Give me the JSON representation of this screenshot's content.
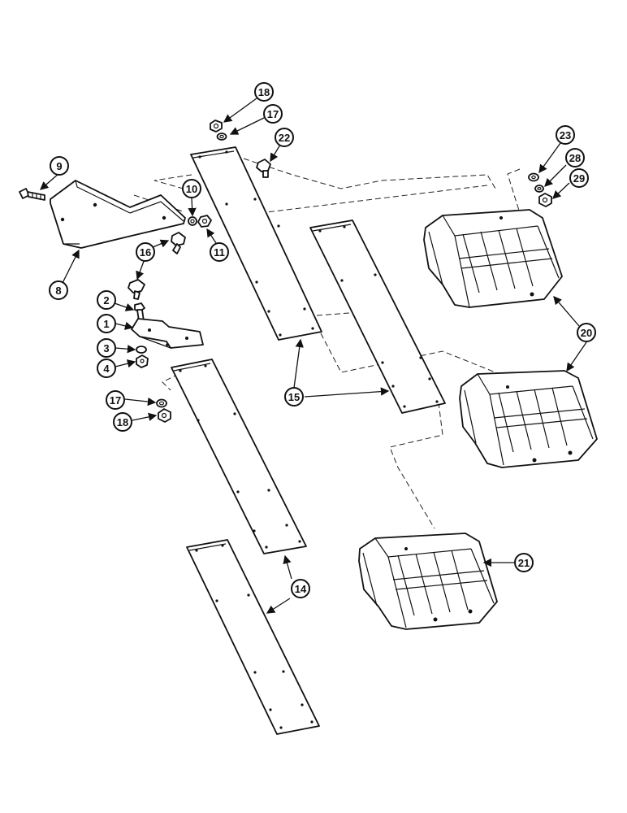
{
  "callouts": {
    "c1": "1",
    "c2": "2",
    "c3": "3",
    "c4": "4",
    "c8": "8",
    "c9": "9",
    "c10": "10",
    "c11": "11",
    "c14": "14",
    "c15": "15",
    "c16": "16",
    "c17a": "17",
    "c17b": "17",
    "c18a": "18",
    "c18b": "18",
    "c20": "20",
    "c21": "21",
    "c22": "22",
    "c23": "23",
    "c28": "28",
    "c29": "29"
  }
}
